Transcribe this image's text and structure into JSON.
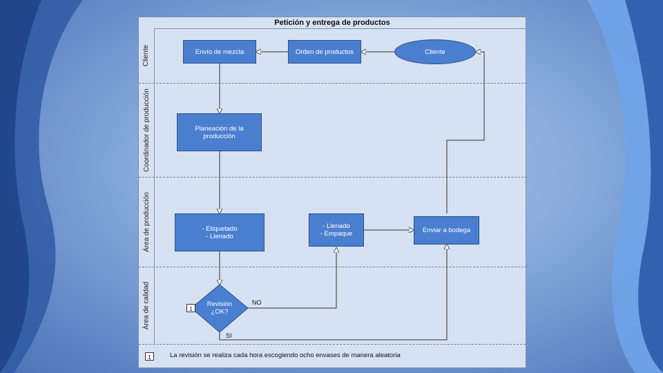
{
  "diagram": {
    "title": "Petición y entrega de productos",
    "lanes": [
      "Cliente",
      "Coordinador de producción",
      "Área de producción",
      "Área de calidad"
    ],
    "nodes": {
      "envio_mezcla": "Envío de mezcla",
      "orden_productos": "Orden de productos",
      "cliente": "Cliente",
      "planeacion": "Planeación de la\nproducción",
      "etiquetado": "- Etiquetado\n- Llenado",
      "llenado_empaque": "- Llenado\n- Empaque",
      "enviar_bodega": "Enviar a bodega",
      "revision": "Revisión\n¿OK?"
    },
    "edge_labels": {
      "no": "NO",
      "si": "SI"
    },
    "note": {
      "marker": "1",
      "text": "La revisión se realiza cada hora escogiendo ocho envases de manera aleatoria"
    }
  },
  "colors": {
    "node_fill": "#4a7fd0",
    "node_border": "#2a4f8a",
    "panel": "#d6e1f2"
  }
}
